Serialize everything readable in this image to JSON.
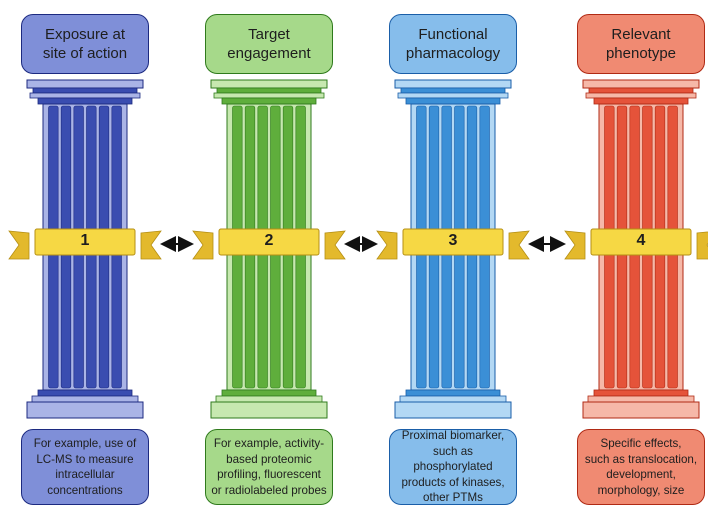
{
  "pillars": [
    {
      "number": "1",
      "title": "Exposure at\nsite of action",
      "description": "For example, use of\nLC-MS to measure\nintracellular\nconcentrations",
      "color": "#3a4db0",
      "light": "#aab4e6",
      "dark": "#1c2a80",
      "box_fill": "#7f8fd8"
    },
    {
      "number": "2",
      "title": "Target\nengagement",
      "description": "For example, activity-\nbased proteomic\nprofiling, fluorescent\nor radiolabeled probes",
      "color": "#5fae3c",
      "light": "#c7e8b0",
      "dark": "#2f7a1c",
      "box_fill": "#a6d98a"
    },
    {
      "number": "3",
      "title": "Functional\npharmacology",
      "description": "Proximal biomarker,\nsuch as phosphorylated\nproducts of kinases,\nother PTMs",
      "color": "#3b8fd6",
      "light": "#b3d8f4",
      "dark": "#1a5ea8",
      "box_fill": "#86bdeb"
    },
    {
      "number": "4",
      "title": "Relevant\nphenotype",
      "description": "Specific effects,\nsuch as translocation,\ndevelopment,\nmorphology, size",
      "color": "#e5533a",
      "light": "#f6b8a8",
      "dark": "#b02a14",
      "box_fill": "#f08a72"
    }
  ],
  "ribbon_color": "#f6d844"
}
